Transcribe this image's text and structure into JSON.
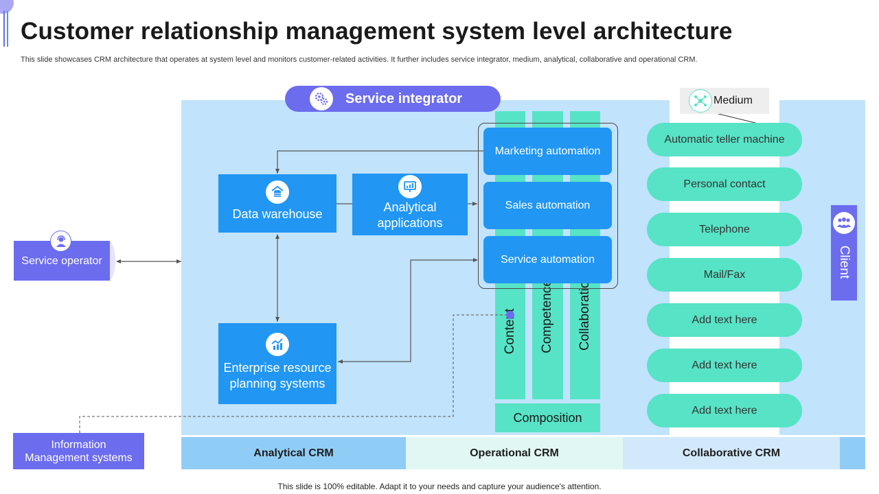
{
  "header": {
    "title": "Customer relationship management system level architecture",
    "subtitle": "This slide showcases CRM architecture that operates at system level and monitors customer-related activities. It further includes service integrator, medium, analytical, collaborative and operational CRM."
  },
  "service_integrator": {
    "label": "Service integrator",
    "icon": "gears-icon"
  },
  "systems": {
    "data_warehouse": {
      "label": "Data warehouse",
      "icon": "database-icon"
    },
    "analytical_applications": {
      "label": "Analytical applications",
      "icon": "analytics-icon"
    },
    "erp": {
      "label": "Enterprise resource planning systems",
      "icon": "chart-building-icon"
    }
  },
  "automation": {
    "marketing": "Marketing automation",
    "sales": "Sales automation",
    "service": "Service automation"
  },
  "columns": {
    "content": "Content",
    "competence": "Competence",
    "collaboration": "Collaboration",
    "composition": "Composition"
  },
  "medium": {
    "label": "Medium",
    "icon": "network-icon"
  },
  "channels": [
    "Automatic teller machine",
    "Personal contact",
    "Telephone",
    "Mail/Fax",
    "Add text here",
    "Add text here",
    "Add text here"
  ],
  "client": {
    "label": "Client",
    "icon": "group-icon"
  },
  "service_operator": {
    "label": "Service operator",
    "icon": "support-agent-icon"
  },
  "information_systems": {
    "line1": "Information",
    "line2": "Management systems"
  },
  "crm_types": {
    "analytical": "Analytical CRM",
    "operational": "Operational CRM",
    "collaborative": "Collaborative CRM"
  },
  "colors": {
    "purple": "#6c6cef",
    "blue": "#2196f3",
    "green": "#57e3c6",
    "panel": "#c1e3fb",
    "analytical_bar": "#90cdf6",
    "operational_bar": "#e1f7f3",
    "collaborative_bar": "#d2e9fb"
  },
  "footer": "This slide is 100% editable. Adapt it to your needs and capture your audience's attention."
}
